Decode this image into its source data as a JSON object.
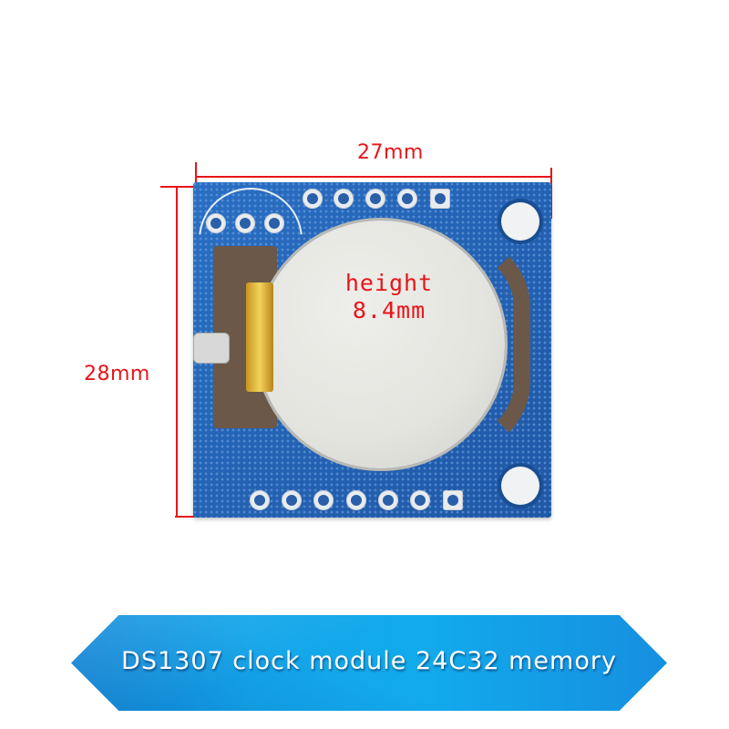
{
  "image": {
    "kind": "product-photo",
    "subject": "DS1307 real-time clock module with CR2032 coin-cell battery holder"
  },
  "annotations": {
    "width_label": "27mm",
    "height_label": "28mm",
    "thickness_label_line1": "height",
    "thickness_label_line2": "8.4mm",
    "color": "#e8141a"
  },
  "pcb": {
    "color": "#2463b5",
    "top_pins": 5,
    "top_left_pins": 3,
    "bottom_pins": 7,
    "mount_holes": 2
  },
  "banner": {
    "text": "DS1307 clock module 24C32 memory",
    "color": "#12aaeb",
    "text_color": "#ffffff"
  }
}
